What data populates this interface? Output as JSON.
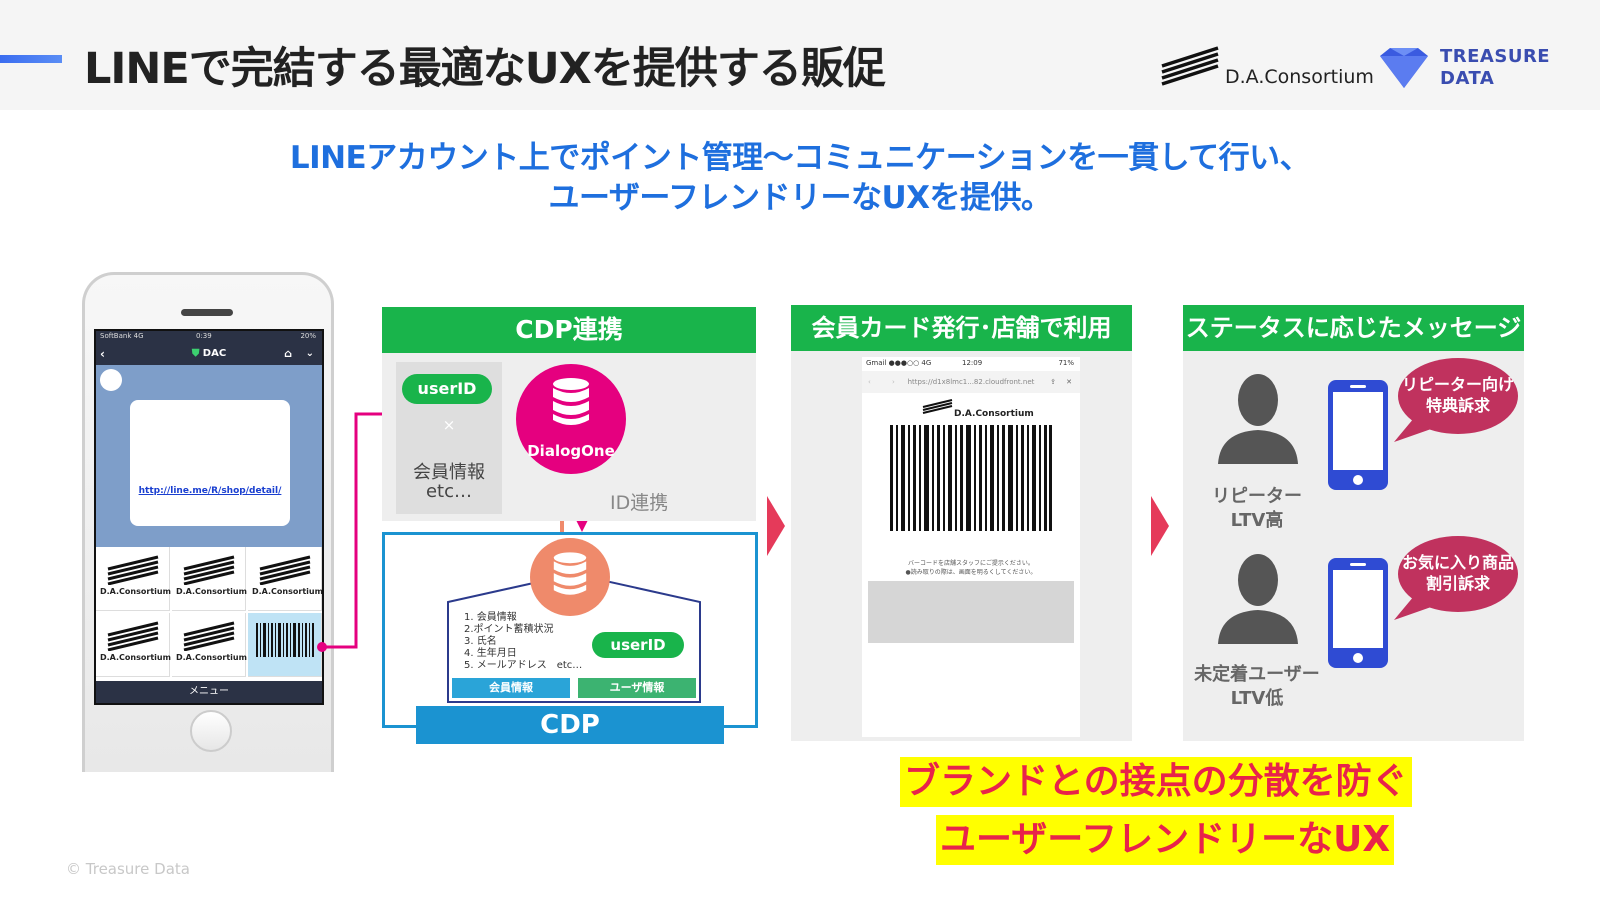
{
  "header": {
    "title": "LINEで完結する最適なUXを提供する販促",
    "dac_logo_text": "D.A.Consortium",
    "td_logo_line1": "TREASURE",
    "td_logo_line2": "DATA"
  },
  "subtitle": {
    "line1": "LINEアカウント上でポイント管理〜コミュニケーションを一貫して行い、",
    "line2": "ユーザーフレンドリーなUXを提供。"
  },
  "phone": {
    "carrier": "SoftBank 4G",
    "time": "0:39",
    "battery": "20%",
    "nav_title": "DAC",
    "link_text": "http://line.me/R/shop/detail/",
    "menu_logo_text": "D.A.Consortium",
    "footer": "メニュー"
  },
  "panel_cdp": {
    "header": "CDP連携",
    "userid_pill": "userID",
    "times": "×",
    "member_info": "会員情報",
    "member_etc": "etc…",
    "dialogone": "DialogOne",
    "id_link": "ID連携"
  },
  "cdp_box": {
    "list": "1. 会員情報\n2.ポイント蓄積状況\n3. 氏名\n4. 生年月日\n5. メールアドレス　etc…",
    "userid_pill": "userID",
    "btn_member": "会員情報",
    "btn_user": "ユーザ情報",
    "bar": "CDP"
  },
  "panel_card": {
    "header": "会員カード発行･店舗で利用",
    "status_left": "Gmail ●●●○○ 4G",
    "status_time": "12:09",
    "status_right": "71%",
    "url": "https://d1x8lmc1...82.cloudfront.net",
    "dac_text": "D.A.Consortium",
    "note_line1": "バーコードを店舗スタッフにご提示ください。",
    "note_line2": "●読み取りの際は、画面を明るくしてください。"
  },
  "panel_message": {
    "header": "ステータスに応じたメッセージ",
    "repeater_line1": "リピーター",
    "repeater_line2": "LTV高",
    "repeater_bubble_line1": "リピーター向け",
    "repeater_bubble_line2": "特典訴求",
    "new_line1": "未定着ユーザー",
    "new_line2": "LTV低",
    "new_bubble_line1": "お気に入り商品",
    "new_bubble_line2": "割引訴求"
  },
  "bottom": {
    "highlight1": "ブランドとの接点の分散を防ぐ",
    "highlight2": "ユーザーフレンドリーなUX",
    "copyright": "© Treasure Data"
  },
  "colors": {
    "green": "#19b44b",
    "blue": "#1b93d1",
    "magenta": "#e5007f",
    "arrow": "#e53a5a",
    "subtitle": "#1e6fde"
  }
}
